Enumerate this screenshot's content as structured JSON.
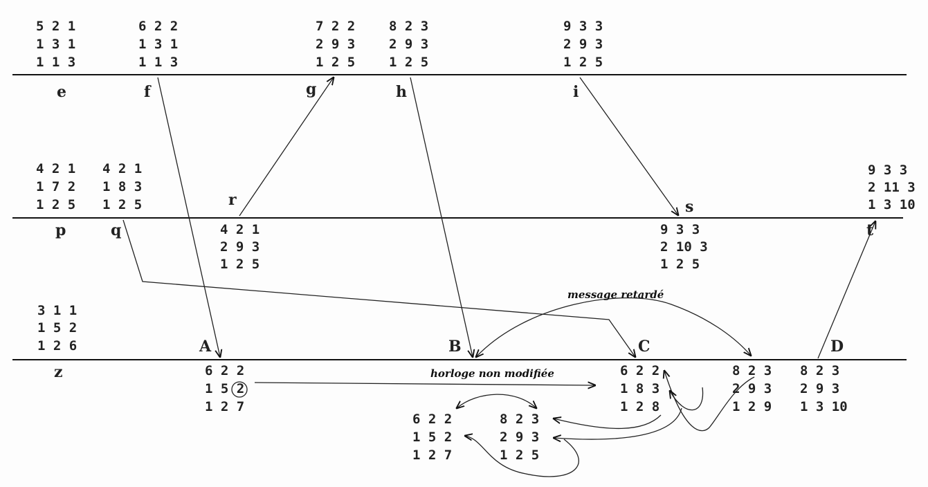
{
  "events": {
    "e": "e",
    "f": "f",
    "g": "g",
    "h": "h",
    "i": "i",
    "p": "p",
    "q": "q",
    "r": "r",
    "s": "s",
    "t": "t",
    "z": "z",
    "A": "A",
    "B": "B",
    "C": "C",
    "D": "D"
  },
  "clocks": {
    "e": [
      "5 2 1",
      "1 3 1",
      "1 1 3"
    ],
    "f": [
      "6 2 2",
      "1 3 1",
      "1 1 3"
    ],
    "g": [
      "7 2 2",
      "2 9 3",
      "1 2 5"
    ],
    "h": [
      "8 2 3",
      "2 9 3",
      "1 2 5"
    ],
    "i": [
      "9 3 3",
      "2 9 3",
      "1 2 5"
    ],
    "p": [
      "4 2 1",
      "1 7 2",
      "1 2 5"
    ],
    "q": [
      "4 2 1",
      "1 8 3",
      "1 2 5"
    ],
    "r": [
      "4 2 1",
      "2 9 3",
      "1 2 5"
    ],
    "s": [
      "9 3 3",
      "2 10 3",
      "1 2 5"
    ],
    "t": [
      "9 3 3",
      "2 11 3",
      "1 3 10"
    ],
    "z": [
      "3 1 1",
      "1 5 2",
      "1 2 6"
    ],
    "A": [
      "6 2 2",
      "1 5 2",
      "1 2 7"
    ],
    "C": [
      "6 2 2",
      "1 8 3",
      "1 2 8"
    ],
    "C2": [
      "8 2 3",
      "2 9 3",
      "1 2 9"
    ],
    "D": [
      "8 2 3",
      "2 9 3",
      "1 3 10"
    ],
    "M1": [
      "6 2 2",
      "1 5 2",
      "1 2 7"
    ],
    "M2": [
      "8 2 3",
      "2 9 3",
      "1 2 5"
    ]
  },
  "annotations": {
    "delayed": "message retardé",
    "unchanged": "horloge non modifiée"
  }
}
